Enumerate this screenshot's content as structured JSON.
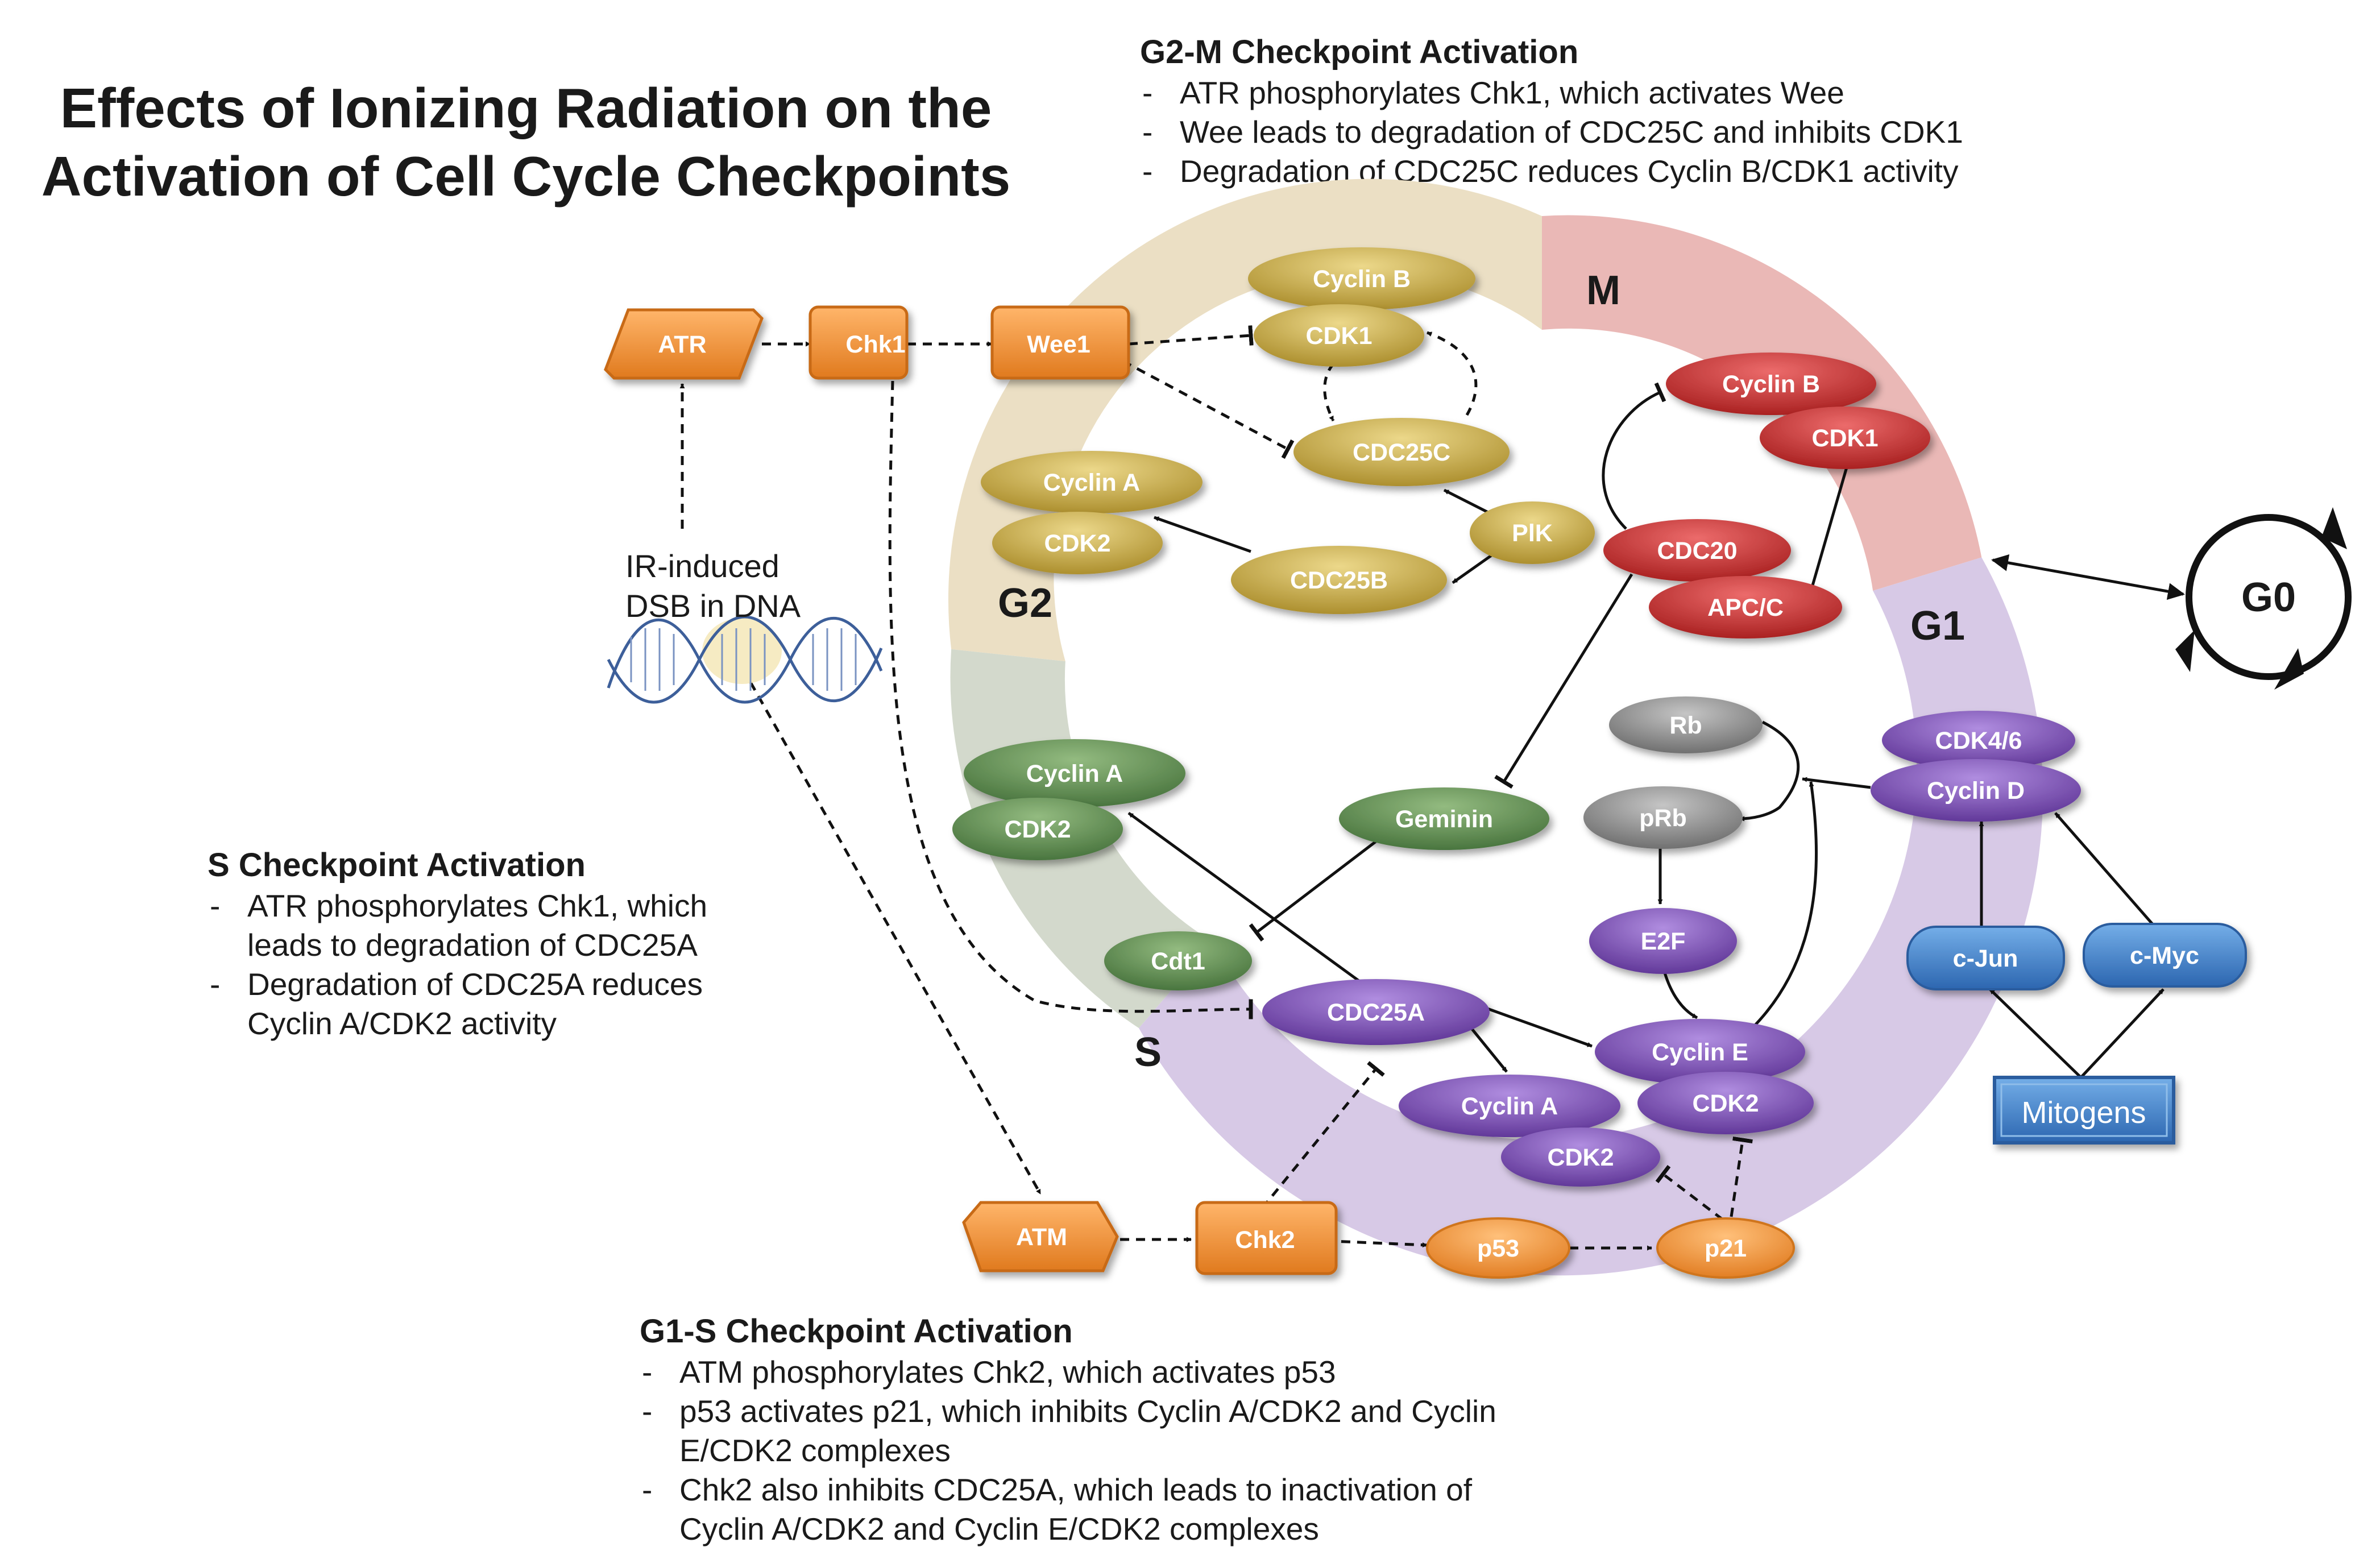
{
  "title": {
    "line1": "Effects of Ionizing Radiation on the",
    "line2": "Activation of Cell Cycle Checkpoints"
  },
  "notes": {
    "g2m": {
      "heading": "G2-M Checkpoint Activation",
      "items": [
        "ATR phosphorylates Chk1, which activates Wee",
        "Wee leads to degradation of CDC25C and inhibits CDK1",
        "Degradation of CDC25C reduces Cyclin B/CDK1 activity"
      ]
    },
    "s": {
      "heading": "S Checkpoint Activation",
      "items": [
        "ATR phosphorylates Chk1, which leads to degradation of CDC25A",
        "Degradation of CDC25A reduces Cyclin A/CDK2 activity"
      ]
    },
    "g1s": {
      "heading": "G1-S Checkpoint Activation",
      "items": [
        "ATM phosphorylates Chk2, which activates p53",
        "p53 activates p21, which inhibits Cyclin A/CDK2 and Cyclin E/CDK2 complexes",
        "Chk2 also inhibits CDC25A, which leads to inactivation of Cyclin A/CDK2 and Cyclin E/CDK2 complexes"
      ]
    }
  },
  "phases": {
    "m": "M",
    "g1": "G1",
    "s": "S",
    "g2": "G2",
    "g0": "G0"
  },
  "dna_label": {
    "line1": "IR-induced",
    "line2": "DSB in DNA"
  },
  "nodes": {
    "atr": "ATR",
    "chk1": "Chk1",
    "wee1": "Wee1",
    "atm": "ATM",
    "chk2": "Chk2",
    "p53": "p53",
    "p21": "p21",
    "g2m_cyclin_b": "Cyclin B",
    "g2m_cdk1": "CDK1",
    "cdc25c": "CDC25C",
    "g2_cyclin_a": "Cyclin A",
    "g2_cdk2": "CDK2",
    "plk": "PlK",
    "cdc25b": "CDC25B",
    "m_cyclin_b": "Cyclin B",
    "m_cdk1": "CDK1",
    "cdc20": "CDC20",
    "apcc": "APC/C",
    "s_cyclin_a": "Cyclin A",
    "s_cdk2": "CDK2",
    "geminin": "Geminin",
    "cdt1": "Cdt1",
    "cdc25a": "CDC25A",
    "p_cyclin_a": "Cyclin A",
    "p_cdk2a": "CDK2",
    "cyclin_e": "Cyclin E",
    "p_cdk2e": "CDK2",
    "rb": "Rb",
    "prb": "pRb",
    "e2f": "E2F",
    "cdk46": "CDK4/6",
    "cyclin_d": "Cyclin D",
    "cjun": "c-Jun",
    "cmyc": "c-Myc",
    "mitogens": "Mitogens"
  },
  "colors": {
    "orange": "#ee8a2f",
    "gold": "#c7ac3f",
    "red": "#c93030",
    "green": "#5d8a4c",
    "purple": "#7e4db5",
    "grey": "#8a8a8a",
    "blue": "#3a7bc8",
    "ring_g2": "#ebdfc4",
    "ring_m": "#eab8b6",
    "ring_g1": "#d7c9e6",
    "ring_s": "#d3d9cc"
  }
}
